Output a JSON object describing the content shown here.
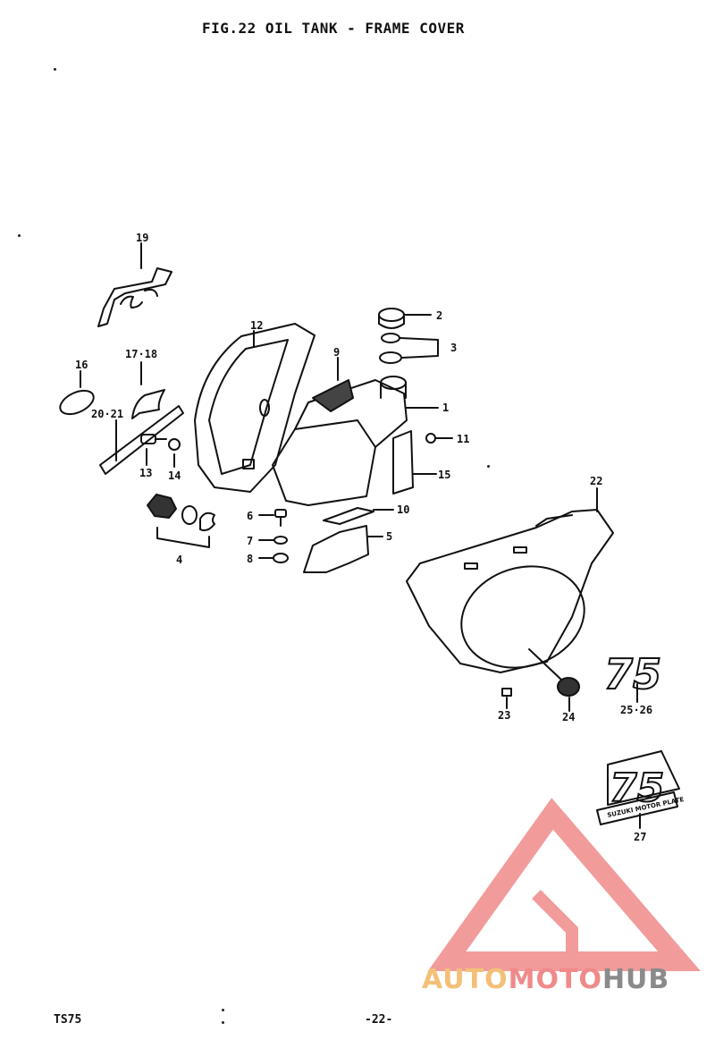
{
  "title": "FIG.22  OIL TANK - FRAME COVER",
  "footer": {
    "model": "TS75",
    "page": "-22-"
  },
  "watermark": {
    "auto": "AUTO",
    "moto": "MOTO",
    "hub": "HUB"
  },
  "parts": {
    "p1": "1",
    "p2": "2",
    "p3": "3",
    "p4": "4",
    "p5": "5",
    "p6": "6",
    "p7": "7",
    "p8": "8",
    "p9": "9",
    "p10": "10",
    "p11": "11",
    "p12": "12",
    "p13": "13",
    "p14": "14",
    "p15": "15",
    "p16": "16",
    "p17_18": "17·18",
    "p19": "19",
    "p20_21": "20·21",
    "p22": "22",
    "p23": "23",
    "p24": "24",
    "p25_26": "25·26",
    "p27": "27"
  },
  "decals": {
    "emblem_75": "75",
    "plate_75": "75",
    "plate_text": "SUZUKI MOTOR PLATE"
  },
  "colors": {
    "ink": "#111111",
    "wm_red": "#f08a8a",
    "wm_orange": "#f4c078",
    "wm_gray": "#8a8a8a"
  }
}
